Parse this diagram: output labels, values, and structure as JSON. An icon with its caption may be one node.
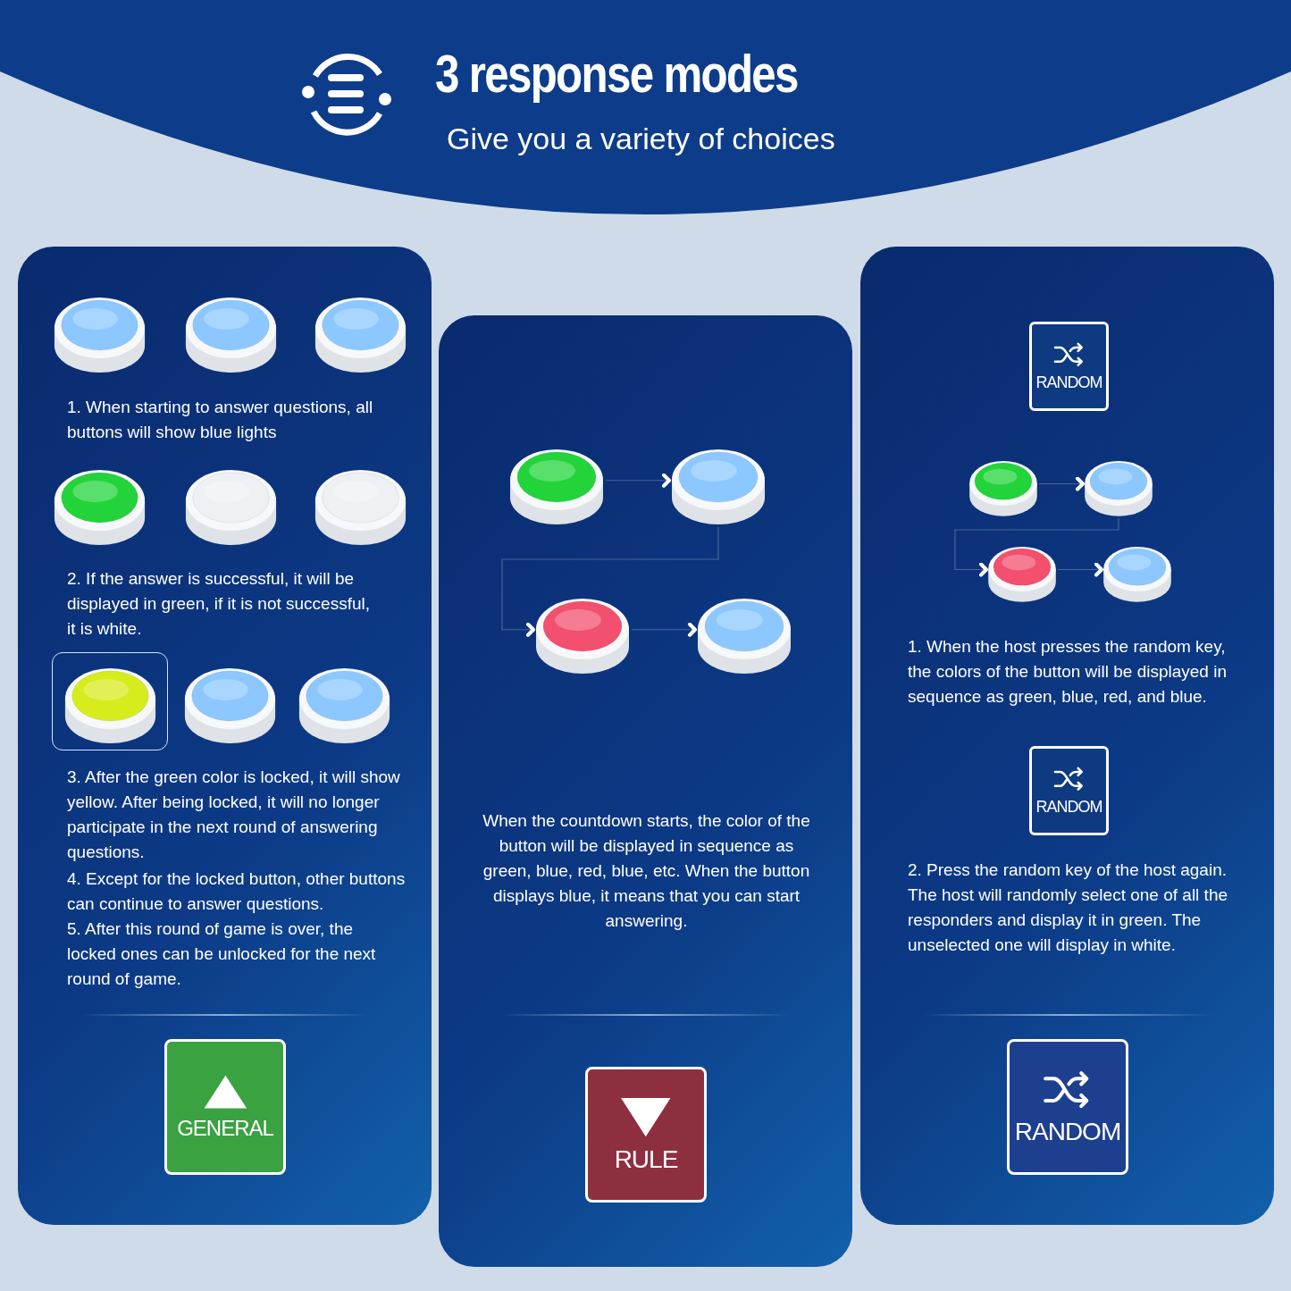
{
  "diagram": {
    "title": "3 response modes",
    "nodes": [
      {
        "text": [
          "1. When starting to answer questions, all buttons will show blue lights",
          "2. If the answer is successful, it will be displayed in green, if it is not successful, it is white.",
          "3. After the green color is locked, it will show yellow. After being locked, it will no longer participate in the next round of answering questions.",
          "4. Except for the locked button, other buttons can continue to answer questions.",
          "5. After this round of game is over, the locked ones can be unlocked for the next round of game."
        ]
      },
      {
        "text": [],
        "shape": "circle",
        "in": 0
      },
      {
        "text": [],
        "shape": "circle",
        "in": 0
      },
      {
        "text": [],
        "shape": "circle",
        "in": 0
      },
      {
        "text": [],
        "shape": "circle",
        "in": 0
      },
      {
        "text": [],
        "shape": "circle",
        "in": 0
      },
      {
        "text": [],
        "shape": "circle",
        "in": 0
      },
      {
        "text": [],
        "shape": "circle",
        "in": 0
      },
      {
        "text": [],
        "shape": "circle",
        "in": 0
      },
      {
        "text": [],
        "shape": "circle",
        "in": 0
      },
      {
        "text": [
          "GENERAL"
        ],
        "in": 0
      },
      {
        "text": [
          "When the countdown starts, the color of the button will be displayed in sequence as green, blue, red, blue, etc. When the button displays blue, it means that you can start answering."
        ]
      },
      {
        "text": [],
        "shape": "circle",
        "in": 11
      },
      {
        "text": [],
        "shape": "circle",
        "in": 11
      },
      {
        "text": [],
        "shape": "circle",
        "in": 11
      },
      {
        "text": [],
        "shape": "circle",
        "in": 11
      },
      {
        "text": [
          "RULE"
        ],
        "in": 11
      },
      {
        "text": [
          "1. When the host presses the random key, the colors of the button will be displayed in sequence as green, blue, red, and blue.",
          "2. Press the random key of the host again. The host will randomly select one of all the responders and display it in green. The unselected one will display in white."
        ]
      },
      {
        "text": [
          "RANDOM"
        ],
        "in": 17
      },
      {
        "text": [],
        "shape": "circle",
        "in": 17
      },
      {
        "text": [],
        "shape": "circle",
        "in": 17
      },
      {
        "text": [],
        "shape": "circle",
        "in": 17
      },
      {
        "text": [],
        "shape": "circle",
        "in": 17
      },
      {
        "text": [
          "RANDOM"
        ],
        "in": 17
      },
      {
        "text": [
          "RANDOM"
        ],
        "in": 17
      }
    ],
    "edges": [
      {
        "from": 12,
        "to": 13,
        "arrow": "to"
      },
      {
        "from": 13,
        "to": 14,
        "arrow": "to"
      },
      {
        "from": 14,
        "to": 15,
        "arrow": "to"
      },
      {
        "from": 19,
        "to": 20,
        "arrow": "to"
      },
      {
        "from": 20,
        "to": 21,
        "arrow": "to"
      },
      {
        "from": 21,
        "to": 22,
        "arrow": "to"
      }
    ],
    "labels": [
      "Give you a variety of choices"
    ]
  }
}
